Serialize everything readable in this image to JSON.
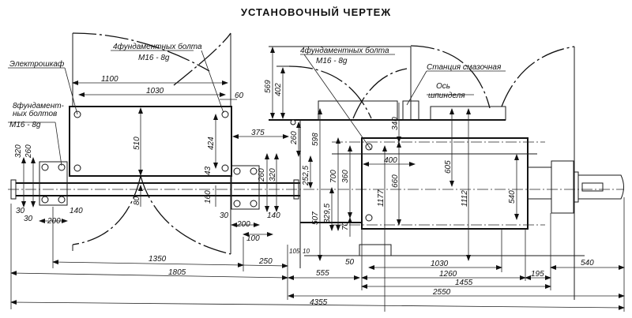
{
  "title": "УСТАНОВОЧНЫЙ ЧЕРТЕЖ",
  "callouts": {
    "electrical_cabinet": "Электрошкаф",
    "bolts_4_left": "4фундаментных болта",
    "bolts_4_left_spec": "M16 - 8g",
    "bolts_8": "8фундамент-",
    "bolts_8_line2": "ных болтов",
    "bolts_8_spec": "M16 - 8g",
    "bolts_4_right": "4фундаментных болта",
    "bolts_4_right_spec": "M16 - 8g",
    "lube_station": "Станция смазочная",
    "spindle_axis": "Ось",
    "spindle_axis_line2": "шпинделя"
  },
  "dimensions": {
    "d1100": "1100",
    "d1030_top": "1030",
    "d60": "60",
    "d569": "569",
    "d402": "402",
    "d510": "510",
    "d424": "424",
    "d43": "43",
    "d80": "80",
    "d160": "160",
    "d375": "375",
    "d260_mid": "260",
    "d320_mid": "320",
    "d140_mid": "140",
    "d30_mid": "30",
    "d200_mid": "200",
    "d100": "100",
    "d320_left": "320",
    "d260_left": "260",
    "d30_left_a": "30",
    "d30_left_b": "30",
    "d200_left": "200",
    "d140_left": "140",
    "d260_right": "260",
    "d598": "598",
    "d252_5": "252,5",
    "d507": "507",
    "d329_5": "329,5",
    "d700": "700",
    "d360": "360",
    "d70": "70",
    "d340": "340",
    "d400": "400",
    "d660": "660",
    "d1177": "1177",
    "d605": "605",
    "d1112": "1112",
    "d540_v": "540",
    "d105": "105",
    "d10": "10",
    "d1350": "1350",
    "d250": "250",
    "d1805": "1805",
    "d50": "50",
    "d555": "555",
    "d1030_bot": "1030",
    "d1260": "1260",
    "d1455": "1455",
    "d195": "195",
    "d540_h": "540",
    "d2550": "2550",
    "d4355": "4355"
  }
}
